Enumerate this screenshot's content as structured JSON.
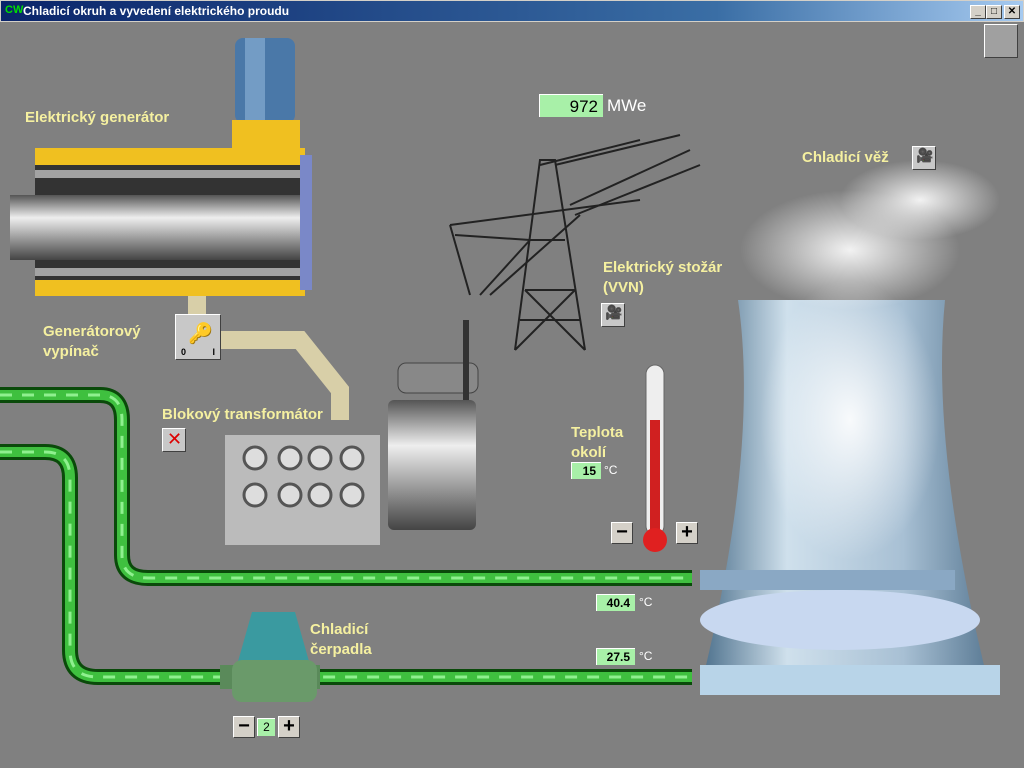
{
  "window": {
    "logo": "CW",
    "title": "Chladicí okruh a vyvedení elektrického proudu",
    "min": "_",
    "max": "□",
    "close": "✕"
  },
  "labels": {
    "generator": "Elektrický generátor",
    "breaker_1": "Generátorový",
    "breaker_2": "vypínač",
    "transformer": "Blokový transformátor",
    "pylon_1": "Elektrický stožár",
    "pylon_2": "(VVN)",
    "tower": "Chladicí věž",
    "ambient_1": "Teplota",
    "ambient_2": "okolí",
    "pumps_1": "Chladicí",
    "pumps_2": "čerpadla"
  },
  "power": {
    "value": "972",
    "unit": "MWe"
  },
  "ambient": {
    "value": "15",
    "unit": "°C",
    "minus": "−",
    "plus": "+"
  },
  "temps": {
    "hot": "40.4",
    "cold": "27.5",
    "unit": "°C"
  },
  "pumps": {
    "count": "2",
    "minus": "−",
    "plus": "+"
  },
  "breaker": {
    "off": "0",
    "on": "I"
  }
}
